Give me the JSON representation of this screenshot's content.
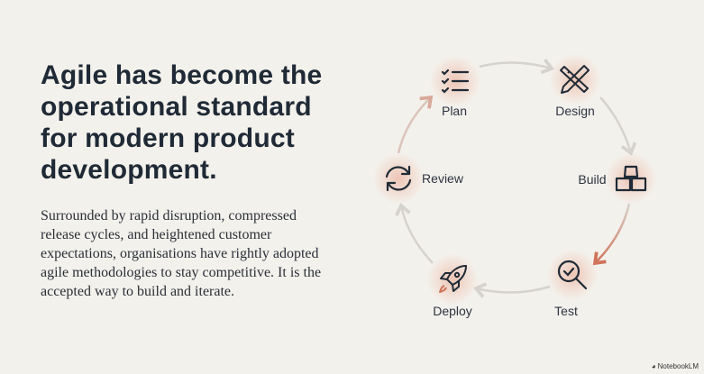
{
  "headline": "Agile has become the operational standard for modern product development.",
  "body": "Surrounded by rapid disruption, compressed release cycles, and heightened customer expectations, organisations have rightly adopted agile methodologies to stay competitive. It is the accepted way to build and iterate.",
  "cycle": {
    "steps": [
      {
        "label": "Plan",
        "icon": "checklist-icon"
      },
      {
        "label": "Design",
        "icon": "pencil-ruler-icon"
      },
      {
        "label": "Build",
        "icon": "blocks-icon"
      },
      {
        "label": "Test",
        "icon": "magnifier-check-icon"
      },
      {
        "label": "Deploy",
        "icon": "rocket-icon"
      },
      {
        "label": "Review",
        "icon": "refresh-icon"
      }
    ]
  },
  "brand": "NotebookLM",
  "colors": {
    "accent": "#d0735a",
    "arrow": "#d6d3cc",
    "text": "#1f2a36",
    "background": "#f3f1ec"
  }
}
